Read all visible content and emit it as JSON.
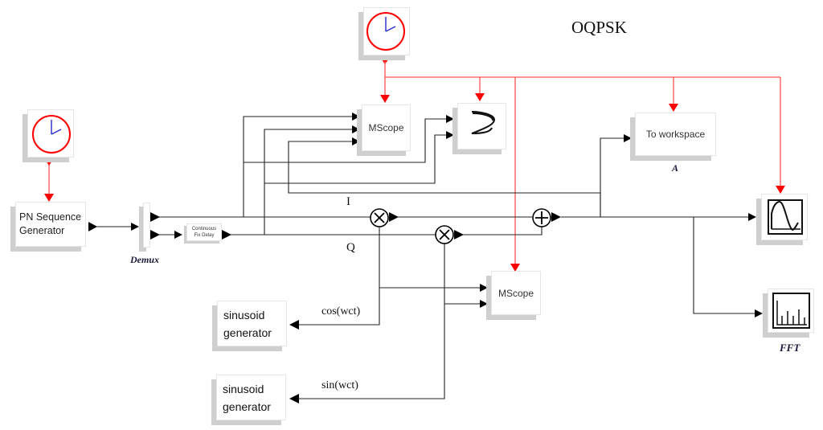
{
  "title": "OQPSK",
  "blocks": {
    "pn_generator": "PN Sequence Generator",
    "pn_generator_lines": [
      "PN Sequence",
      "Generator"
    ],
    "demux_label": "Demux",
    "delay_lines": [
      "Continuous",
      "Fix Delay"
    ],
    "mscope_top": "MScope",
    "mscope_bottom": "MScope",
    "to_workspace": "To workspace",
    "to_workspace_var": "A",
    "sinusoid1_lines": [
      "sinusoid",
      "generator"
    ],
    "sinusoid2_lines": [
      "sinusoid",
      "generator"
    ],
    "fft_label": "FFT"
  },
  "signals": {
    "i_label": "I",
    "q_label": "Q",
    "cos_label": "cos(wct)",
    "sin_label": "sin(wct)"
  },
  "icons": {
    "clock": "clock-icon",
    "xy_scope": "xy-scope-icon",
    "scope": "scope-icon",
    "fft": "fft-spectrum-icon",
    "multiply": "multiply-icon",
    "sum": "sum-icon"
  },
  "colors": {
    "activation_link": "#ff0000",
    "data_link": "#000000",
    "clock_face": "#ff0000",
    "clock_hands": "#2a2ad0"
  }
}
